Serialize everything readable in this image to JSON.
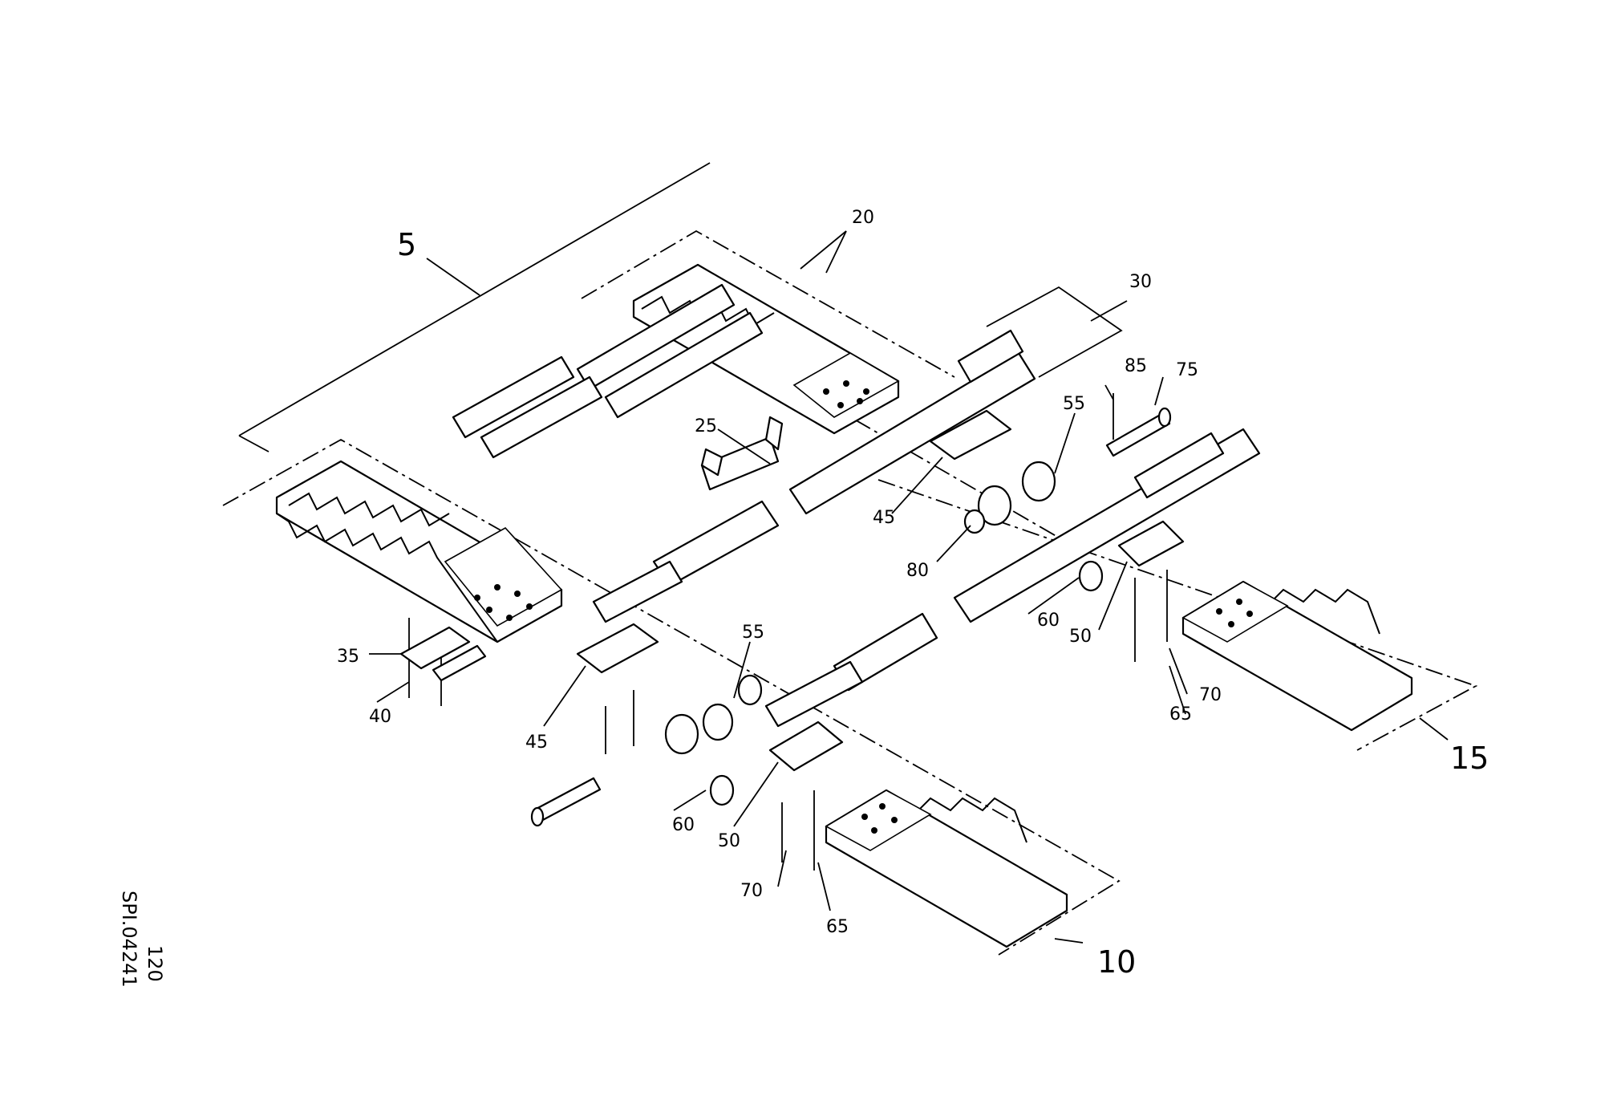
{
  "drawing": {
    "code": "SPI.04241",
    "number": "120"
  },
  "callouts": {
    "c5": "5",
    "c10": "10",
    "c15": "15",
    "c20": "20",
    "c25": "25",
    "c30": "30",
    "c35": "35",
    "c40": "40",
    "c45a": "45",
    "c45b": "45",
    "c50a": "50",
    "c50b": "50",
    "c55a": "55",
    "c55b": "55",
    "c60a": "60",
    "c60b": "60",
    "c65a": "65",
    "c65b": "65",
    "c70a": "70",
    "c70b": "70",
    "c75": "75",
    "c80": "80",
    "c85": "85"
  }
}
